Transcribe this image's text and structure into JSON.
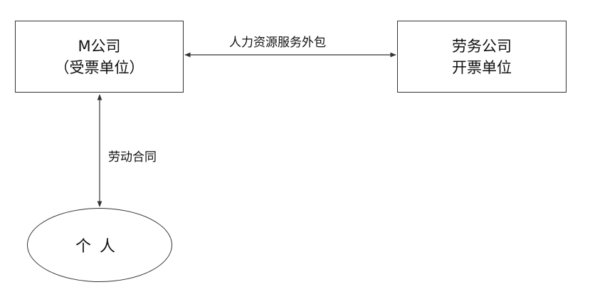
{
  "nodes": {
    "m_company": {
      "line1": "M公司",
      "line2": "（受票单位）"
    },
    "labor_company": {
      "line1": "劳务公司",
      "line2": "开票单位"
    },
    "individual": {
      "label": "个人"
    }
  },
  "edges": {
    "outsourcing": {
      "label": "人力资源服务外包"
    },
    "labor_contract": {
      "label": "劳动合同"
    }
  },
  "colors": {
    "stroke": "#333333",
    "text": "#111111",
    "background": "#ffffff"
  }
}
